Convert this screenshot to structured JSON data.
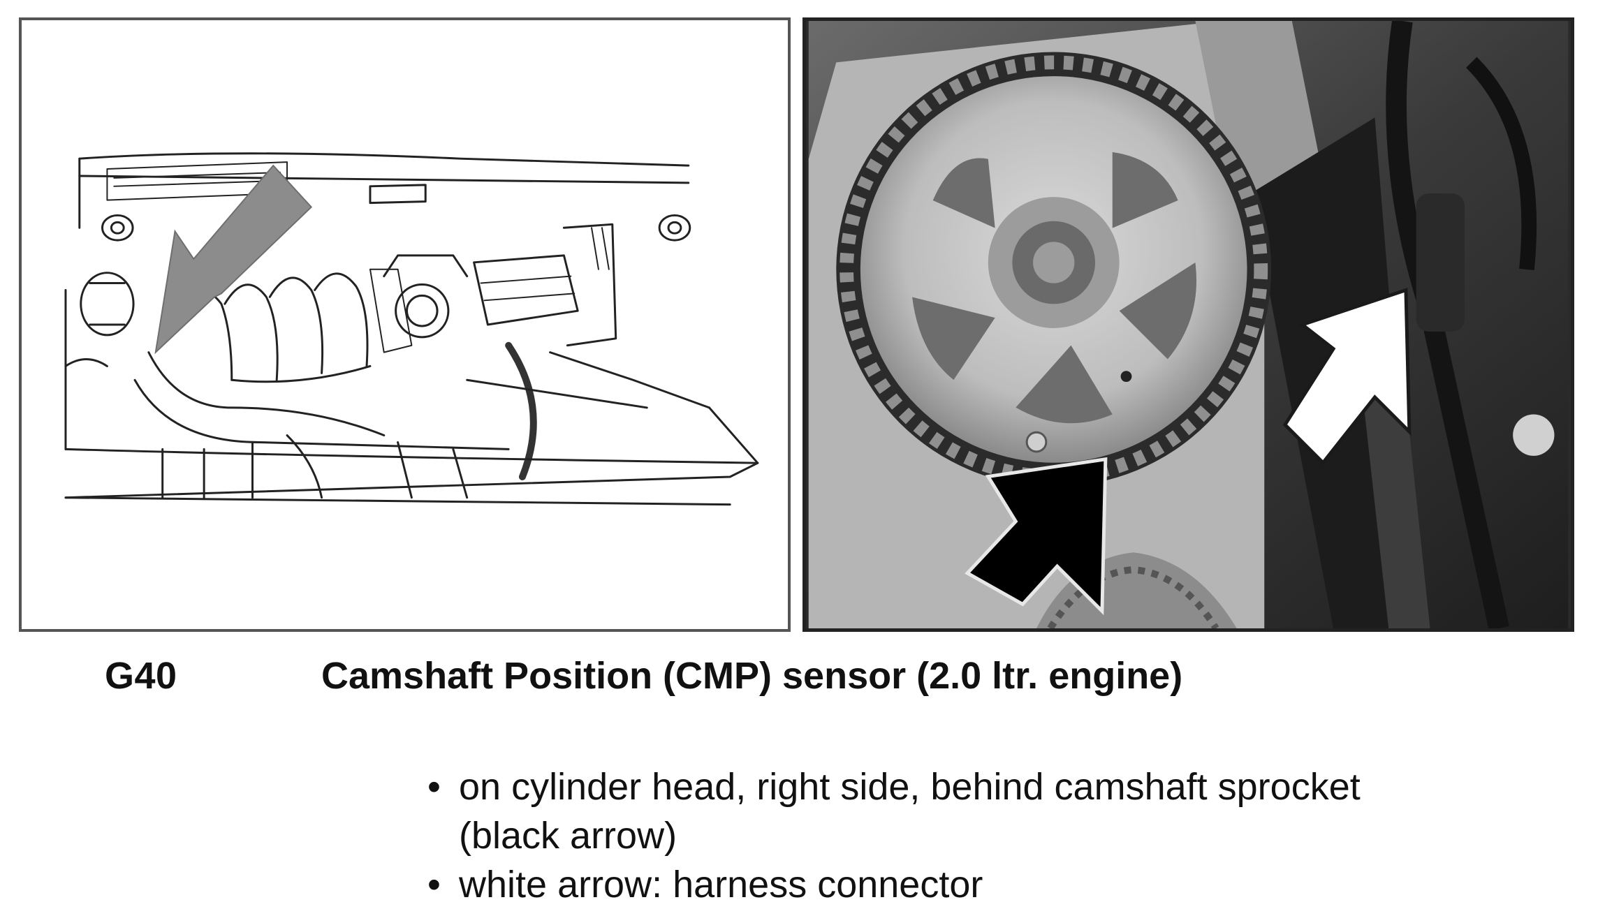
{
  "caption": {
    "code": "G40",
    "title": "Camshaft Position (CMP) sensor (2.0 ltr. engine)"
  },
  "notes": {
    "bullet": "•",
    "items": [
      {
        "lines": [
          "on cylinder head, right side, behind camshaft sprocket",
          "(black arrow)"
        ]
      },
      {
        "lines": [
          "white arrow: harness connector"
        ]
      }
    ]
  },
  "figures": {
    "left": {
      "kind": "line drawing of engine compartment",
      "arrow_color": "#8c8c8c"
    },
    "right": {
      "kind": "photo of camshaft sprocket and sensor",
      "arrow_colors": [
        "#000000",
        "#ffffff"
      ]
    }
  }
}
